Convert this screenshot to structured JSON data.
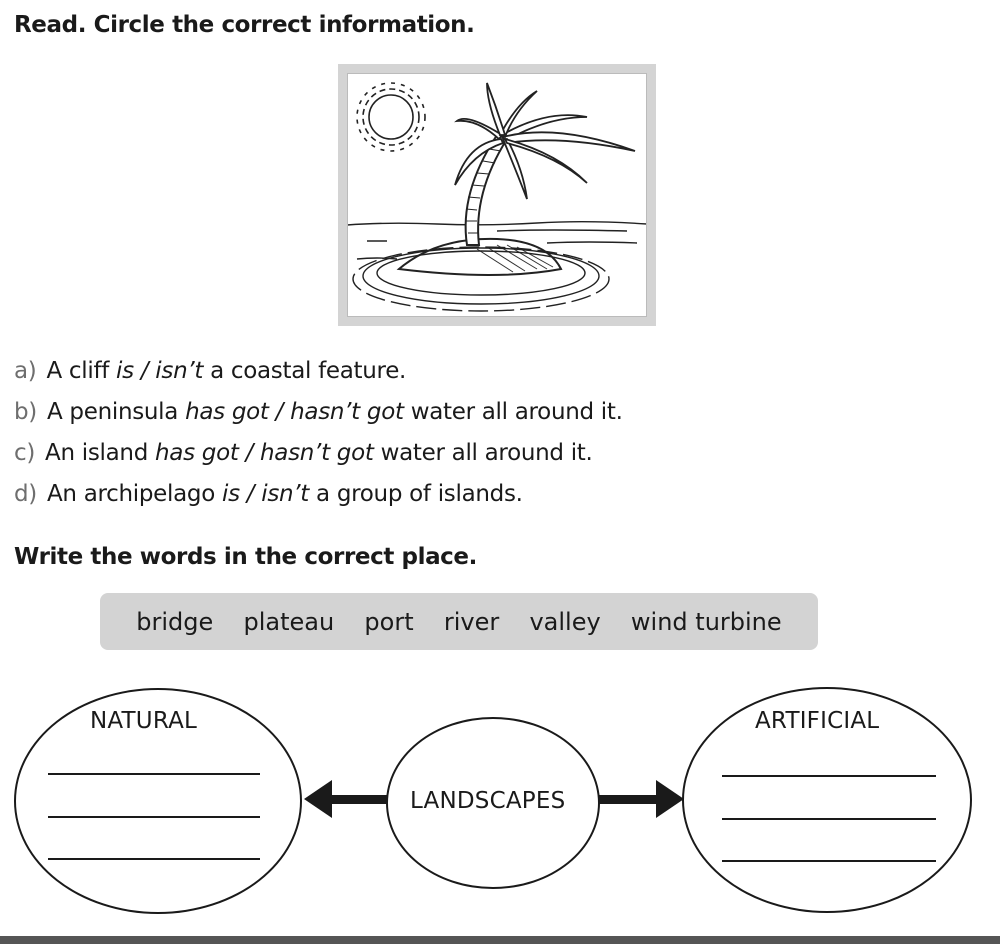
{
  "heading1": "Read. Circle the correct information.",
  "items": [
    {
      "letter": "a)",
      "before": "A cliff ",
      "options": "is / isn’t",
      "after": " a coastal feature."
    },
    {
      "letter": "b)",
      "before": "A peninsula ",
      "options": "has got / hasn’t got",
      "after": " water all around it."
    },
    {
      "letter": "c)",
      "before": "An island ",
      "options": "has got / hasn’t got",
      "after": " water all around it."
    },
    {
      "letter": "d)",
      "before": "An archipelago ",
      "options": "is / isn’t",
      "after": " a group of islands."
    }
  ],
  "heading2": "Write the words in the correct place.",
  "words": [
    "bridge",
    "plateau",
    "port",
    "river",
    "valley",
    "wind turbine"
  ],
  "diagram": {
    "left_label": "NATURAL",
    "center_label": "LANDSCAPES",
    "right_label": "ARTIFICIAL"
  },
  "picture": {
    "subject": "island-with-palm-tree-icon"
  }
}
